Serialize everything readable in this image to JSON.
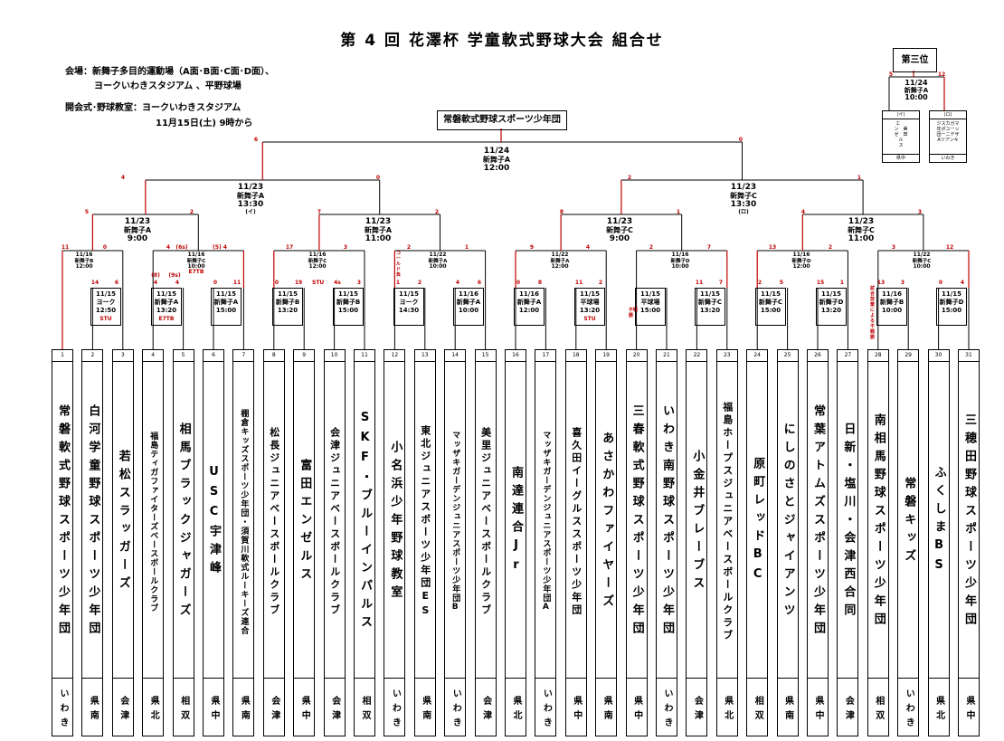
{
  "title": "第 4 回 花澤杯 学童軟式野球大会 組合せ",
  "venue": {
    "line1": "会場：新舞子多目的運動場（A面･B面･C面･D面）、",
    "line2": "ヨークいわきスタジアム 、平野球場",
    "line3": "開会式･野球教室：ヨークいわきスタジアム",
    "line4": "11月15日(土) 9時から"
  },
  "champion": "常磐軟式野球スポーツ少年団",
  "third_place": {
    "title": "第三位",
    "date": "11/24",
    "venue": "新舞子A",
    "time": "10:00",
    "score_left": "5",
    "score_right": "12",
    "box_i": {
      "code": "(イ)",
      "body": "エ 　\nン　美\nゼ　田\nル\nス",
      "area": "県中"
    },
    "box_ro": {
      "code": "(ロ)",
      "body": "少スカガマ\n年ポユーッ\n団ーニデザ\nAツアンキ",
      "area": "いわき"
    }
  },
  "matches": {
    "final": {
      "date": "11/24",
      "venue": "新舞子A",
      "time": "12:00",
      "score_l": "6",
      "score_r": "0"
    },
    "sf_l": {
      "date": "11/23",
      "venue": "新舞子A",
      "time": "13:30",
      "note": "(イ)",
      "score_l": "4",
      "score_r": "0"
    },
    "sf_r": {
      "date": "11/23",
      "venue": "新舞子C",
      "time": "13:30",
      "note": "(ロ)",
      "score_l": "2",
      "score_r": "1"
    },
    "qf1": {
      "date": "11/23",
      "venue": "新舞子A",
      "time": "9:00",
      "score_l": "5",
      "score_r": "2"
    },
    "qf2": {
      "date": "11/23",
      "venue": "新舞子A",
      "time": "11:00",
      "score_l": "7",
      "score_r": "2"
    },
    "qf3": {
      "date": "11/23",
      "venue": "新舞子C",
      "time": "9:00",
      "score_l": "8",
      "score_r": "1"
    },
    "qf4": {
      "date": "11/23",
      "venue": "新舞子C",
      "time": "11:00",
      "score_l": "4",
      "score_r": "3"
    },
    "r2_1": {
      "date": "11/16",
      "venue": "新舞子B",
      "time": "12:00",
      "score_l": "11",
      "score_r": "0"
    },
    "r2_2": {
      "date": "11/16",
      "venue": "新舞子C",
      "time": "10:00",
      "note": "E7TB",
      "score_l": "4",
      "score_l2": "(6s)",
      "score_r": "(5) 4"
    },
    "r2_3": {
      "date": "11/16",
      "venue": "新舞子C",
      "time": "12:00",
      "score_l": "17",
      "score_r": "3"
    },
    "r2_4": {
      "date": "11/22",
      "venue": "新舞子A",
      "time": "10:00",
      "score_l": "2",
      "score_r": "1"
    },
    "r2_5": {
      "date": "11/22",
      "venue": "新舞子A",
      "time": "12:00",
      "score_l": "9",
      "score_r": "4"
    },
    "r2_6": {
      "date": "11/16",
      "venue": "新舞子D",
      "time": "10:00",
      "score_l": "2",
      "score_r": "7"
    },
    "r2_7": {
      "date": "11/16",
      "venue": "新舞子D",
      "time": "12:00",
      "score_l": "13",
      "score_r": "2"
    },
    "r2_8": {
      "date": "11/22",
      "venue": "新舞子C",
      "time": "10:00",
      "score_l": "3",
      "score_r": "12"
    }
  },
  "r1": [
    {
      "date": "11/15",
      "venue": "ヨーク",
      "time": "12:50",
      "note": "STU",
      "score_l": "14",
      "score_r": "6"
    },
    {
      "date": "11/15",
      "venue": "新舞子A",
      "time": "13:20",
      "note": "E7TB",
      "score_l": "4",
      "score_r": "4",
      "pre_l": "(8)",
      "pre_r": "(9s)"
    },
    {
      "date": "11/15",
      "venue": "新舞子A",
      "time": "15:00",
      "note": "",
      "score_l": "0",
      "score_r": "11"
    },
    {
      "date": "11/15",
      "venue": "新舞子B",
      "time": "13:20",
      "note": "",
      "score_l": "0",
      "score_r": "19"
    },
    {
      "date": "11/15",
      "venue": "新舞子B",
      "time": "15:00",
      "note": "",
      "score_l": "4s",
      "score_r": "3"
    },
    {
      "date": "11/15",
      "venue": "ヨーク",
      "time": "14:30",
      "note": "",
      "score_l": "1",
      "score_r": "2"
    },
    {
      "date": "11/16",
      "venue": "新舞子A",
      "time": "10:00",
      "note": "",
      "score_l": "4",
      "score_r": "6"
    },
    {
      "date": "11/16",
      "venue": "新舞子A",
      "time": "12:00",
      "note": "",
      "score_l": "0",
      "score_r": "8"
    },
    {
      "date": "11/15",
      "venue": "平球場",
      "time": "13:20",
      "note": "STU",
      "score_l": "11",
      "score_r": "2"
    },
    {
      "date": "11/15",
      "venue": "平球場",
      "time": "15:00",
      "note": "",
      "score_l": "",
      "score_r": ""
    },
    {
      "date": "11/15",
      "venue": "新舞子C",
      "time": "13:20",
      "note": "",
      "score_l": "11",
      "score_r": "7"
    },
    {
      "date": "11/15",
      "venue": "新舞子C",
      "time": "15:00",
      "note": "",
      "score_l": "2",
      "score_r": "5"
    },
    {
      "date": "11/15",
      "venue": "新舞子D",
      "time": "13:20",
      "note": "",
      "score_l": "15",
      "score_r": "1"
    },
    {
      "date": "11/16",
      "venue": "新舞子B",
      "time": "10:00",
      "note": "",
      "score_l": "13",
      "score_r": "3"
    },
    {
      "date": "11/15",
      "venue": "新舞子D",
      "time": "15:00",
      "note": "",
      "score_l": "0",
      "score_r": "4"
    }
  ],
  "annotations": {
    "stu_r2_3": "STU",
    "forfeit": "不戦勝",
    "vert_13": "コールド負",
    "vert_28": "試合放棄による不戦勝"
  },
  "teams": [
    {
      "num": "1",
      "name": "常磐軟式野球スポーツ少年団",
      "area": "いわき"
    },
    {
      "num": "2",
      "name": "白河学童野球スポーツ少年団",
      "area": "県南"
    },
    {
      "num": "3",
      "name": "若松スラッガーズ",
      "area": "会津"
    },
    {
      "num": "4",
      "name": "福島ティガファイターズベースボールクラブ",
      "area": "県北"
    },
    {
      "num": "5",
      "name": "相馬ブラックジャガーズ",
      "area": "相双"
    },
    {
      "num": "6",
      "name": "USC宇津峰",
      "area": "県中"
    },
    {
      "num": "7",
      "name": "棚倉キッズスポーツ少年団・須賀川軟式ルーキーズ連合",
      "area": "県南"
    },
    {
      "num": "8",
      "name": "松長ジュニアベースボールクラブ",
      "area": "会津"
    },
    {
      "num": "9",
      "name": "富田エンゼルス",
      "area": "県中"
    },
    {
      "num": "10",
      "name": "会津ジュニアベースボールクラブ",
      "area": "会津"
    },
    {
      "num": "11",
      "name": "SKF・ブルーインパルス",
      "area": "相双"
    },
    {
      "num": "12",
      "name": "小名浜少年野球教室",
      "area": "いわき"
    },
    {
      "num": "13",
      "name": "東北ジュニアスポーツ少年団ES",
      "area": "県南"
    },
    {
      "num": "14",
      "name": "マッザキガーデンジュニアスポーツ少年団B",
      "area": "いわき"
    },
    {
      "num": "15",
      "name": "美里ジュニアベースボールクラブ",
      "area": "会津"
    },
    {
      "num": "16",
      "name": "南達連合Jr",
      "area": "県北"
    },
    {
      "num": "17",
      "name": "マッザキガーデンジュニアスポーツ少年団A",
      "area": "いわき"
    },
    {
      "num": "18",
      "name": "喜久田イーグルススポーツ少年団",
      "area": "県中"
    },
    {
      "num": "19",
      "name": "あさかわファイヤーズ",
      "area": "県南"
    },
    {
      "num": "20",
      "name": "三春軟式野球スポーツ少年団",
      "area": "県中"
    },
    {
      "num": "21",
      "name": "いわき南野球スポーツ少年団",
      "area": "いわき"
    },
    {
      "num": "22",
      "name": "小金井ブレーブス",
      "area": "会津"
    },
    {
      "num": "23",
      "name": "福島ホープスジュニアベースボールクラブ",
      "area": "県北"
    },
    {
      "num": "24",
      "name": "原町レッドBC",
      "area": "相双"
    },
    {
      "num": "25",
      "name": "にしのさとジャイアンツ",
      "area": "県南"
    },
    {
      "num": "26",
      "name": "常葉アトムズスポーツ少年団",
      "area": "県中"
    },
    {
      "num": "27",
      "name": "日新・塩川・会津西合同",
      "area": "会津"
    },
    {
      "num": "28",
      "name": "南相馬野球スポーツ少年団",
      "area": "相双"
    },
    {
      "num": "29",
      "name": "常磐キッズ",
      "area": "いわき"
    },
    {
      "num": "30",
      "name": "ふくしまBS",
      "area": "県北"
    },
    {
      "num": "31",
      "name": "三穂田野球スポーツ少年団",
      "area": "県中"
    }
  ],
  "colors": {
    "win_line": "#c00000",
    "line": "#000000"
  }
}
